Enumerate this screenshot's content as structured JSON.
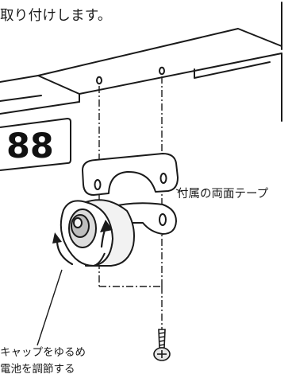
{
  "diagram": {
    "instruction_top": "取り付けします。",
    "tape_label": "付属の両面テープ",
    "cap_instruction_line1": "キャップをゆるめ",
    "cap_instruction_line2": "電池を調節する",
    "plate_digits": "88"
  }
}
